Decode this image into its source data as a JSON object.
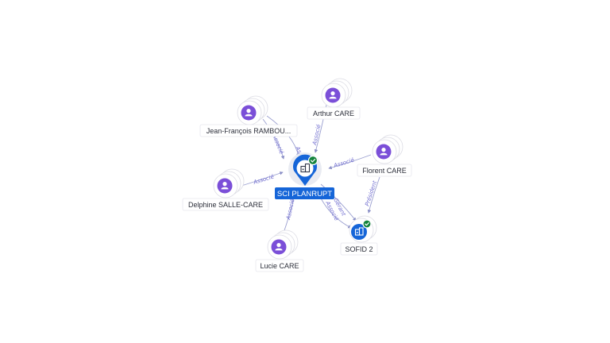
{
  "graph": {
    "main_node": {
      "label": "SCI PLANRUPT",
      "kind": "company",
      "verified": true
    },
    "nodes": [
      {
        "label": "Jean-François RAMBOU...",
        "kind": "person"
      },
      {
        "label": "Arthur CARE",
        "kind": "person"
      },
      {
        "label": "Florent CARE",
        "kind": "person"
      },
      {
        "label": "Delphine SALLE-CARE",
        "kind": "person"
      },
      {
        "label": "Lucie CARE",
        "kind": "person"
      },
      {
        "label": "SOFID 2",
        "kind": "company",
        "verified": true
      }
    ],
    "edge_labels": {
      "jean_francois": "Associé",
      "arthur": "Associé",
      "florent": "Associé",
      "delphine": "Associé",
      "lucie": "Associé",
      "florent_sofid": "Président",
      "sofid_main_1": "Associé",
      "sofid_main_2": "Gérant"
    },
    "colors": {
      "person": "#7b4fd8",
      "company": "#1565d8",
      "verified_badge": "#14833c",
      "edge": "#9a9fd0",
      "edge_label": "#6f6ccf"
    },
    "icons": [
      "person-icon",
      "building-icon",
      "check-badge-icon"
    ]
  }
}
